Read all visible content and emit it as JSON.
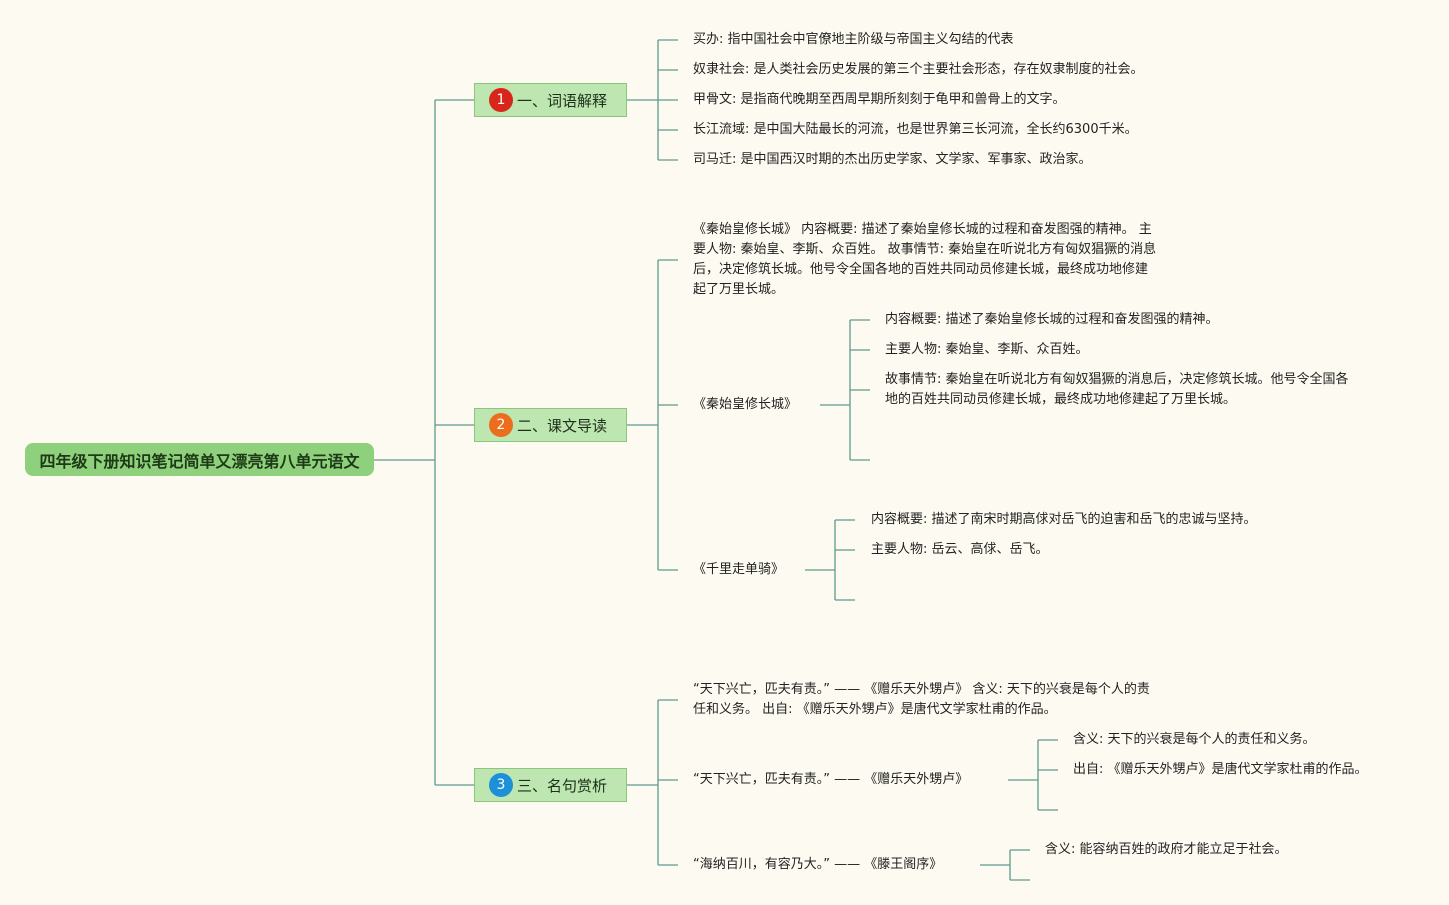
{
  "root": {
    "title": "四年级下册知识笔记简单又漂亮第八单元语文"
  },
  "branches": [
    {
      "num": "1",
      "label": "一、词语解释",
      "badge_color": "#d8261a"
    },
    {
      "num": "2",
      "label": "二、课文导读",
      "badge_color": "#ec6d1d"
    },
    {
      "num": "3",
      "label": "三、名句赏析",
      "badge_color": "#1e90d8"
    }
  ],
  "b1": {
    "items": [
      "买办: 指中国社会中官僚地主阶级与帝国主义勾结的代表",
      "奴隶社会: 是人类社会历史发展的第三个主要社会形态，存在奴隶制度的社会。",
      "甲骨文: 是指商代晚期至西周早期所刻刻于龟甲和兽骨上的文字。",
      "长江流域: 是中国大陆最长的河流，也是世界第三长河流，全长约6300千米。",
      "司马迁: 是中国西汉时期的杰出历史学家、文学家、军事家、政治家。"
    ]
  },
  "b2": {
    "summary_lines": [
      "《秦始皇修长城》 内容概要: 描述了秦始皇修长城的过程和奋发图强的精神。 主",
      "要人物: 秦始皇、李斯、众百姓。 故事情节: 秦始皇在听说北方有匈奴猖獗的消息",
      "后，决定修筑长城。他号令全国各地的百姓共同动员修建长城，最终成功地修建",
      "起了万里长城。"
    ],
    "story1": {
      "title": "《秦始皇修长城》",
      "content": "内容概要: 描述了秦始皇修长城的过程和奋发图强的精神。",
      "people": "主要人物: 秦始皇、李斯、众百姓。",
      "plot_lines": [
        "故事情节: 秦始皇在听说北方有匈奴猖獗的消息后，决定修筑长城。他号令全国各",
        "地的百姓共同动员修建长城，最终成功地修建起了万里长城。"
      ]
    },
    "story2": {
      "title": "《千里走单骑》",
      "content": "内容概要: 描述了南宋时期高俅对岳飞的迫害和岳飞的忠诚与坚持。",
      "people": "主要人物: 岳云、高俅、岳飞。"
    }
  },
  "b3": {
    "summary_lines": [
      "“天下兴亡，匹夫有责。” —— 《赠乐天外甥卢》 含义: 天下的兴衰是每个人的责",
      "任和义务。 出自: 《赠乐天外甥卢》是唐代文学家杜甫的作品。"
    ],
    "quote1": {
      "text": "“天下兴亡，匹夫有责。” —— 《赠乐天外甥卢》",
      "meaning": "含义: 天下的兴衰是每个人的责任和义务。",
      "source": "出自: 《赠乐天外甥卢》是唐代文学家杜甫的作品。"
    },
    "quote2": {
      "text": "“海纳百川，有容乃大。” —— 《滕王阁序》",
      "meaning": "含义: 能容纳百姓的政府才能立足于社会。"
    }
  },
  "colors": {
    "line": "#5f9a8e",
    "background": "#fdfbf1"
  }
}
